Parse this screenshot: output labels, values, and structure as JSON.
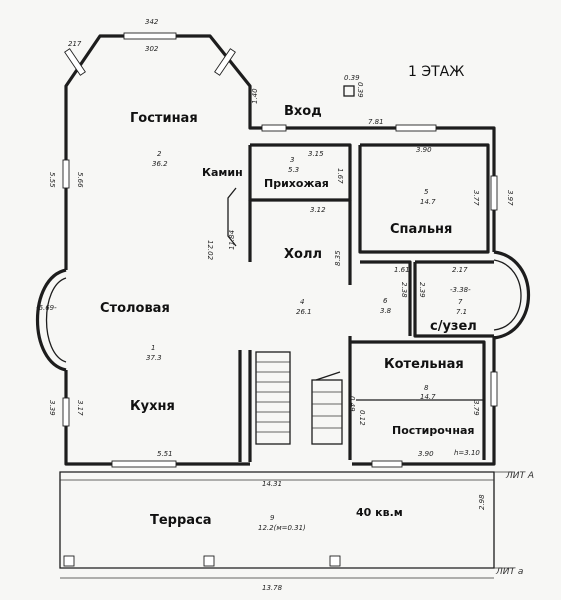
{
  "floor_title": "1 ЭТАЖ",
  "rooms": {
    "gostinaya": {
      "name": "Гостиная",
      "num": "2",
      "area": "36.2"
    },
    "prihozhaya": {
      "name": "Прихожая",
      "num": "3",
      "area": "5.3"
    },
    "vhod": {
      "name": "Вход"
    },
    "kamin": {
      "name": "Камин"
    },
    "spalnya": {
      "name": "Спальня",
      "num": "5",
      "area": "14.7"
    },
    "holl": {
      "name": "Холл",
      "num": "4",
      "area": "26.1"
    },
    "stolovaya": {
      "name": "Столовая"
    },
    "kuhnya": {
      "name": "Кухня",
      "num": "1",
      "area": "37.3"
    },
    "sanuzel": {
      "name": "с/узел",
      "num": "7",
      "area": "7.1"
    },
    "kotelnaya": {
      "name": "Котельная",
      "num": "8",
      "area": "14.7"
    },
    "postirochnaya": {
      "name": "Постирочная",
      "height": "h=3.10"
    },
    "terrasa": {
      "name": "Терраса",
      "num": "9",
      "area": "12.2(м=0.31)",
      "note": "40 кв.м"
    },
    "corridor": {
      "num": "6",
      "area": "3.8"
    }
  },
  "dimensions": {
    "d342": "342",
    "d302": "302",
    "d217": "217",
    "d555": "5.55",
    "d566": "5.66",
    "d140": "1.40",
    "d315": "3.15",
    "d781": "7.81",
    "d390a": "3.90",
    "d167": "1.67",
    "d312": "3.12",
    "d377": "3.77",
    "d397": "3.97",
    "d1202": "12.02",
    "d1184": "11.84",
    "d835": "8.35",
    "d161": "1.61",
    "d217b": "2.17",
    "d238": "2.38",
    "d239": "2.39",
    "d338": "-3.38-",
    "d669": "-6.69-",
    "d339": "3.39",
    "d317": "3.17",
    "d551": "5.51",
    "d049": "0.49",
    "d012": "0.12",
    "d379": "3.79",
    "d390b": "3.90",
    "d1431": "14.31",
    "d298": "2.98",
    "d1378": "13.78",
    "d039a": "0.39",
    "d039b": "0.39"
  },
  "lit_a": "ЛИТ А",
  "lit_a2": "ЛИТ а"
}
